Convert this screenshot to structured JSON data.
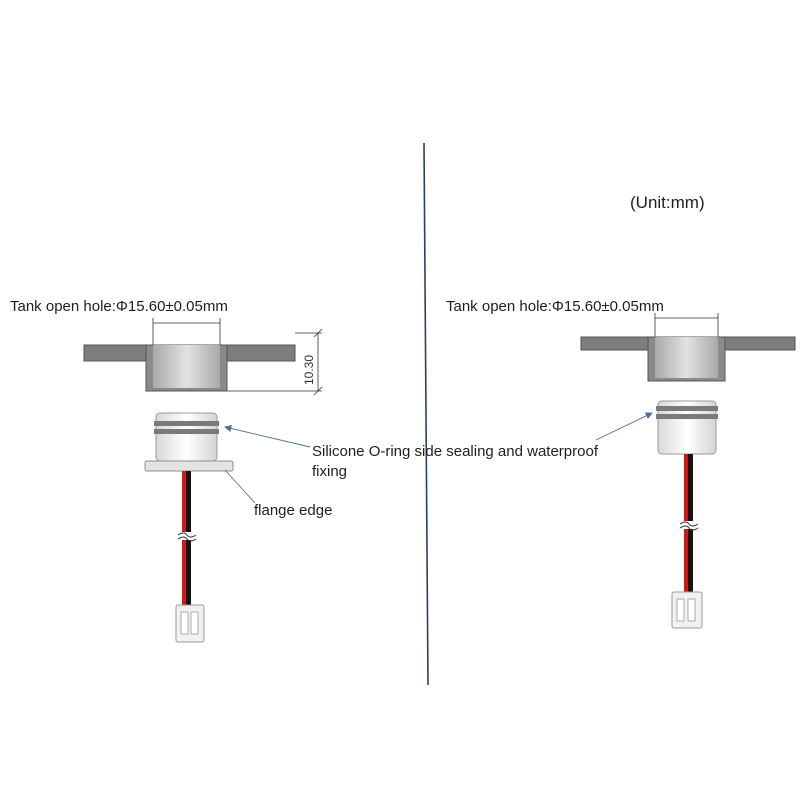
{
  "unit_label": "(Unit:mm)",
  "left_view": {
    "hole_label": "Tank open hole:Φ15.60±0.05mm",
    "height_dimension": "10.30"
  },
  "right_view": {
    "hole_label": "Tank open hole:Φ15.60±0.05mm"
  },
  "callouts": {
    "oring_line1": "Silicone O-ring side sealing and waterproof",
    "oring_line2": "fixing",
    "flange": "flange edge"
  },
  "colors": {
    "plate": "#7e7e7e",
    "hole": "#cfcfcf",
    "wire_red": "#d01818",
    "wire_black": "#141414",
    "divider": "#2c3e62",
    "leader": "#4a6f9a"
  }
}
